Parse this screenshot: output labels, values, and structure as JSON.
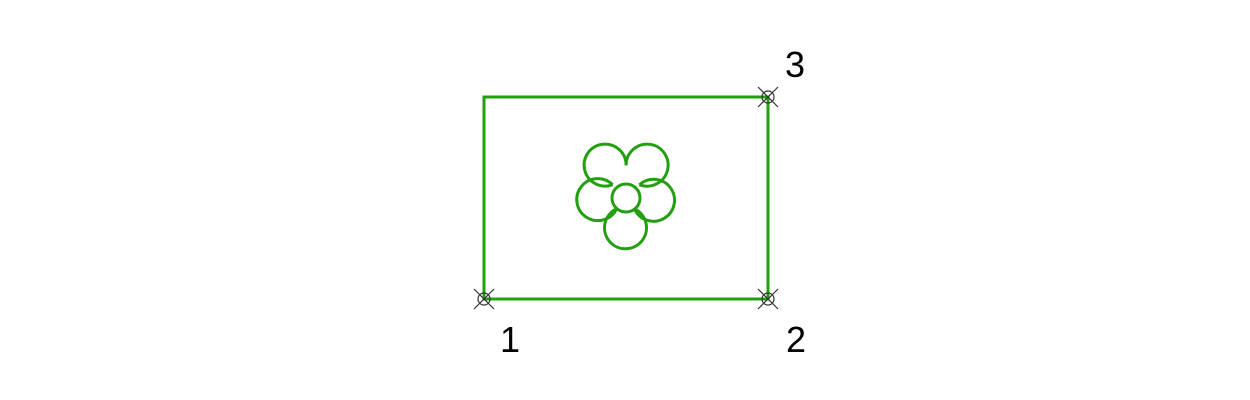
{
  "colors": {
    "stroke": "#22a010",
    "marker": "#333333",
    "label": "#000000",
    "background": "#ffffff"
  },
  "shape": {
    "type": "rectangle-with-flower-symbol",
    "icon": "flower-icon"
  },
  "points": [
    {
      "label": "1"
    },
    {
      "label": "2"
    },
    {
      "label": "3"
    }
  ]
}
